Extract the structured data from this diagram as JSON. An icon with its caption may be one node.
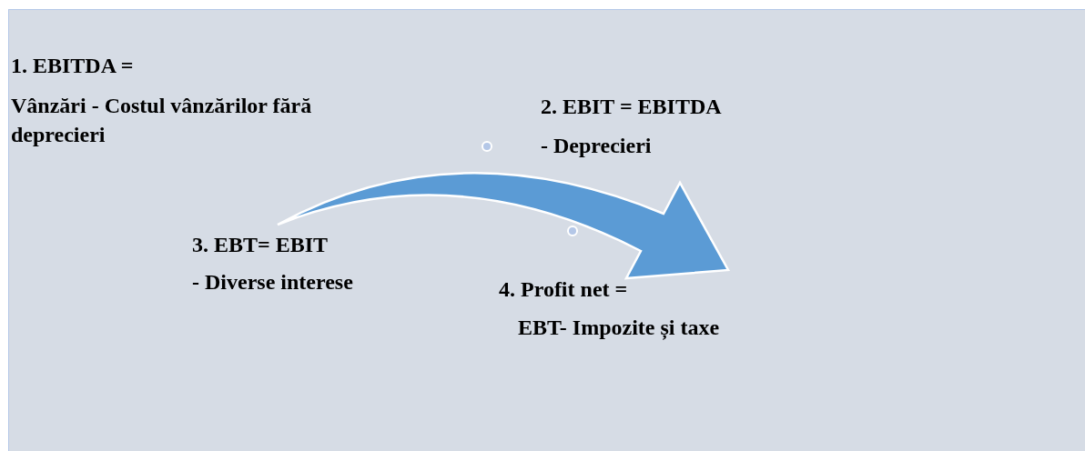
{
  "diagram": {
    "labels": [
      "1. EBITDA =",
      "Vânzări - Costul vânzărilor fără deprecieri",
      "2. EBIT = EBITDA",
      "- Deprecieri",
      "3. EBT= EBIT",
      "- Diverse interese",
      "4. Profit net =",
      "EBT- Impozite și taxe"
    ]
  }
}
